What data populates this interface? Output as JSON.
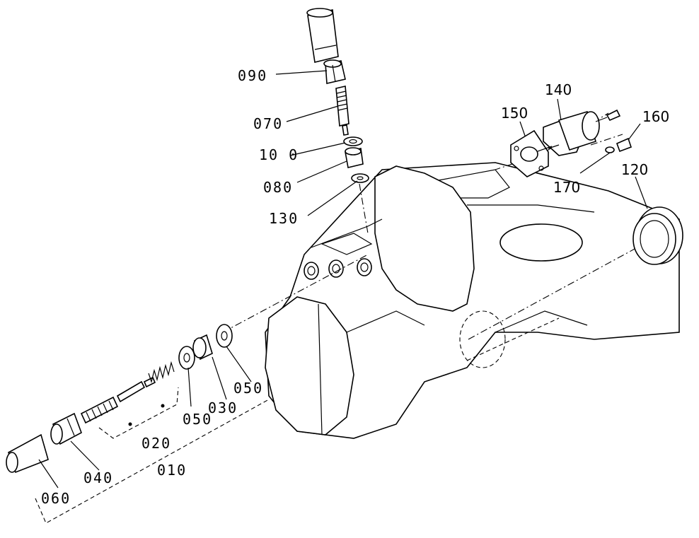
{
  "labels": {
    "p090": "090",
    "p070": "070",
    "p100": "10 0",
    "p080": "080",
    "p130": "130",
    "p140": "140",
    "p150": "150",
    "p160": "160",
    "p170": "170",
    "p120": "120",
    "p050a": "050",
    "p050b": "050",
    "p030": "030",
    "p020": "020",
    "p010": "010",
    "p040": "040",
    "p060": "060"
  }
}
